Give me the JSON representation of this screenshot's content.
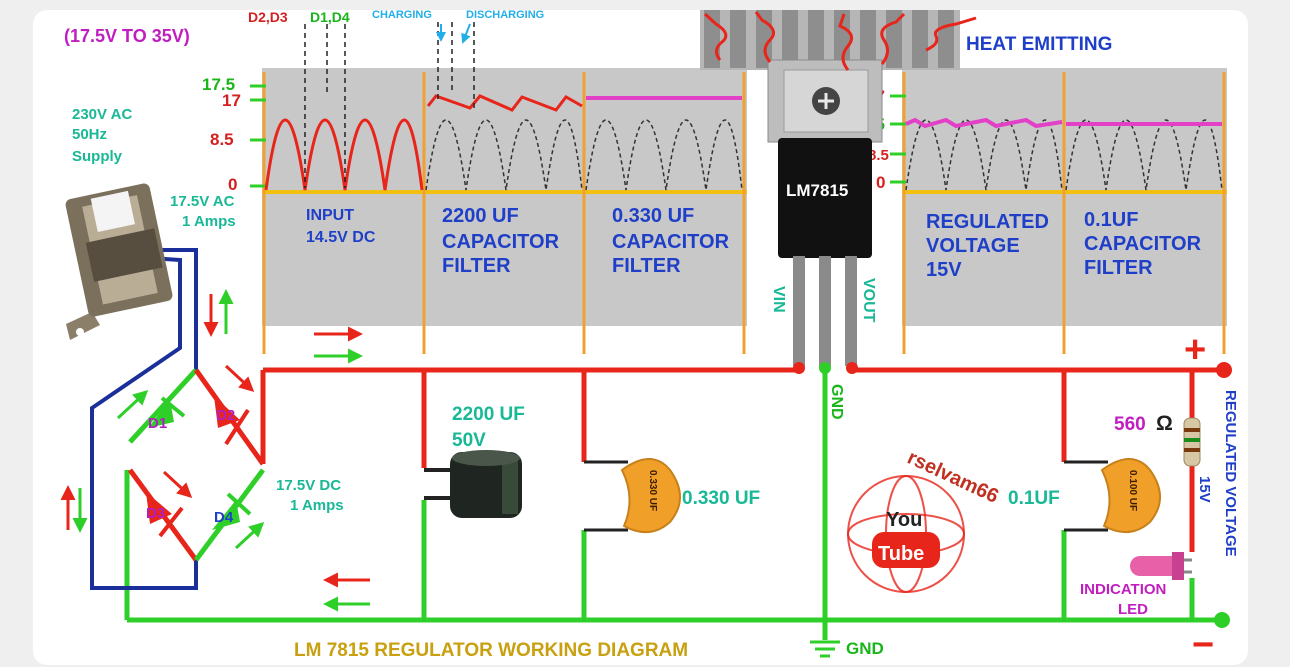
{
  "colors": {
    "background": "#ffffff",
    "panel": "#c8c8c8",
    "positive_wire": "#e8251a",
    "ground_wire": "#2fcf2a",
    "ac_wire": "#1a2f9a",
    "divider": "#f0a030",
    "zero_line": "#f2c010",
    "label_blue": "#1f3fc8",
    "label_red": "#d62020",
    "label_green": "#19b51a",
    "label_teal": "#19b896",
    "label_magenta": "#c01ec0",
    "label_cyan": "#22aee8",
    "capacitor_body": "#f0a028",
    "regulator_body": "#111111",
    "heatsink": "#9a9a9a"
  },
  "labels": {
    "input_range": "(17.5V  TO  35V)",
    "d23": "D2,D3",
    "d14": "D1,D4",
    "charging": "CHARGING",
    "discharging": "DISCHARGING",
    "heat_emitting": "HEAT  EMITTING",
    "ac_supply_1": "230V AC",
    "ac_supply_2": "50Hz",
    "ac_supply_3": "Supply",
    "secondary_1": "17.5V AC",
    "secondary_2": "1 Amps",
    "dc_out_1": "17.5V DC",
    "dc_out_2": "1 Amps",
    "d1": "D1",
    "d2": "D2",
    "d3": "D3",
    "d4": "D4",
    "big_cap_1": "2200  UF",
    "big_cap_2": "50V",
    "cap_330": "0.330  UF",
    "cap_330_body": "0.330 UF",
    "cap_100": "0.1UF",
    "cap_100_body": "0.100 UF",
    "resistor": "560",
    "ohm": "Ω",
    "led_1": "INDICATION",
    "led_2": "LED",
    "regulated_1": "REGULATED VOLTAGE",
    "regulated_2": "15V",
    "vin": "VIN",
    "vout": "VOUT",
    "gnd": "GND",
    "gnd_bottom": "GND",
    "regulator": "LM7815",
    "plus": "+",
    "minus": "−",
    "title": "LM 7815  REGULATOR WORKING DIAGRAM",
    "watermark_1": "rselvam66",
    "watermark_2": "You",
    "watermark_3": "Tube"
  },
  "panel_left": {
    "ticks": [
      "17.5",
      "17",
      "8.5",
      "0"
    ],
    "sections": [
      {
        "line1": "INPUT",
        "line2": "14.5V DC",
        "line3": ""
      },
      {
        "line1": "2200  UF",
        "line2": "CAPACITOR",
        "line3": "FILTER"
      },
      {
        "line1": "0.330  UF",
        "line2": "CAPACITOR",
        "line3": "FILTER"
      }
    ]
  },
  "panel_right": {
    "ticks": [
      "17",
      "15",
      "8.5",
      "0"
    ],
    "sections": [
      {
        "line1": "REGULATED",
        "line2": "VOLTAGE",
        "line3": "15V"
      },
      {
        "line1": "0.1UF",
        "line2": "CAPACITOR",
        "line3": "FILTER"
      }
    ]
  }
}
